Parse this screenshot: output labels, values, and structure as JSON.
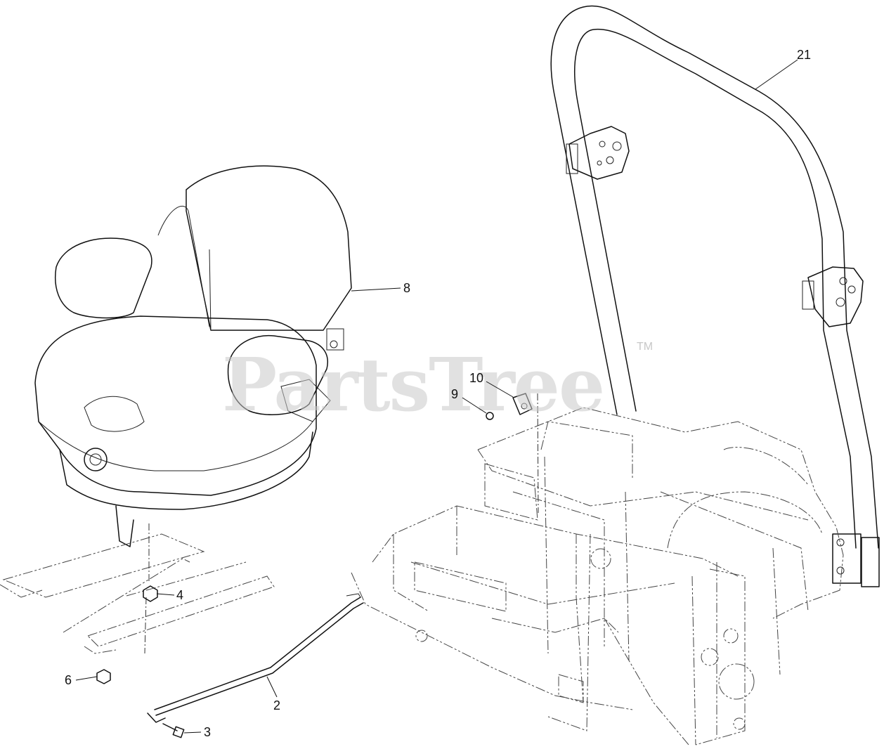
{
  "watermark": {
    "text": "PartsTree",
    "trademark": "TM"
  },
  "callouts": {
    "c21": "21",
    "c8": "8",
    "c10": "10",
    "c9": "9",
    "c4": "4",
    "c6": "6",
    "c3": "3",
    "c2": "2"
  }
}
